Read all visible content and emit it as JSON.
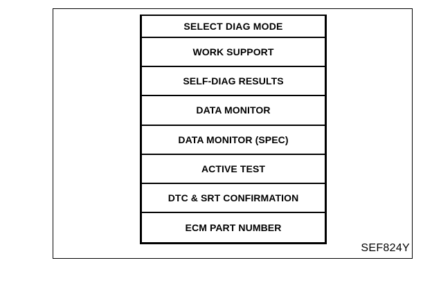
{
  "menu": {
    "title": "SELECT DIAG MODE",
    "items": [
      {
        "label": "WORK SUPPORT"
      },
      {
        "label": "SELF-DIAG RESULTS"
      },
      {
        "label": "DATA MONITOR"
      },
      {
        "label": "DATA MONITOR (SPEC)"
      },
      {
        "label": "ACTIVE TEST"
      },
      {
        "label": "DTC & SRT CONFIRMATION"
      },
      {
        "label": "ECM PART NUMBER"
      }
    ]
  },
  "figure": {
    "ref_code": "SEF824Y"
  }
}
